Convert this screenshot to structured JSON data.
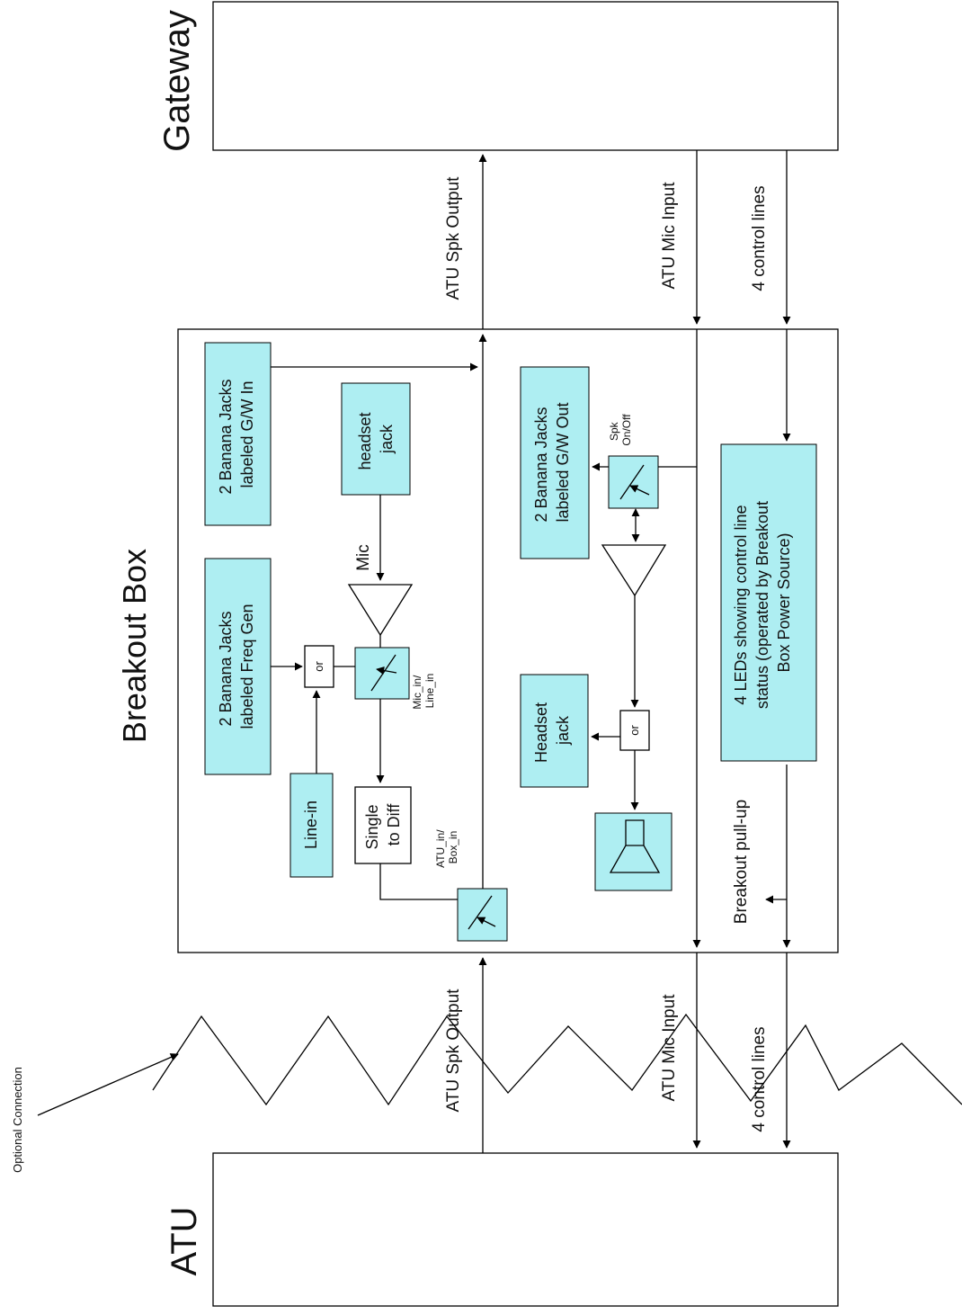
{
  "blocks": {
    "gateway": "Gateway",
    "breakout_box": "Breakout Box",
    "atu": "ATU"
  },
  "signals": {
    "spk_output_top": "ATU Spk Output",
    "mic_input_top": "ATU Mic Input",
    "control_lines_top": "4 control lines",
    "spk_output_bottom": "ATU Spk Output",
    "mic_input_bottom": "ATU Mic Input",
    "control_lines_bottom": "4 control lines"
  },
  "components": {
    "banana_gw_in": [
      "2 Banana Jacks",
      "labeled G/W In"
    ],
    "banana_freq_gen": [
      "2 Banana Jacks",
      "labeled Freq Gen"
    ],
    "headset_jack_mic": [
      "headset",
      "jack"
    ],
    "line_in": "Line-in",
    "single_to_diff": [
      "Single",
      "to Diff"
    ],
    "banana_gw_out": [
      "2 Banana Jacks",
      "labeled G/W Out"
    ],
    "headset_jack_spk": [
      "Headset",
      "jack"
    ],
    "leds": [
      "4 LEDs showing control line",
      "status (operated by Breakout",
      "Box Power Source)"
    ]
  },
  "switch_labels": {
    "mic_line": [
      "Mic_in/",
      "Line_in"
    ],
    "atu_box": [
      "ATU_in/",
      "Box_in"
    ],
    "spk_onoff": [
      "Spk",
      "On/Off"
    ]
  },
  "misc": {
    "mic": "Mic",
    "or_1": "or",
    "or_2": "or",
    "pullup": "Breakout pull-up",
    "optional_connection": "Optional Connection"
  },
  "colors": {
    "component_fill": "#aeeef2",
    "line": "#000000"
  }
}
